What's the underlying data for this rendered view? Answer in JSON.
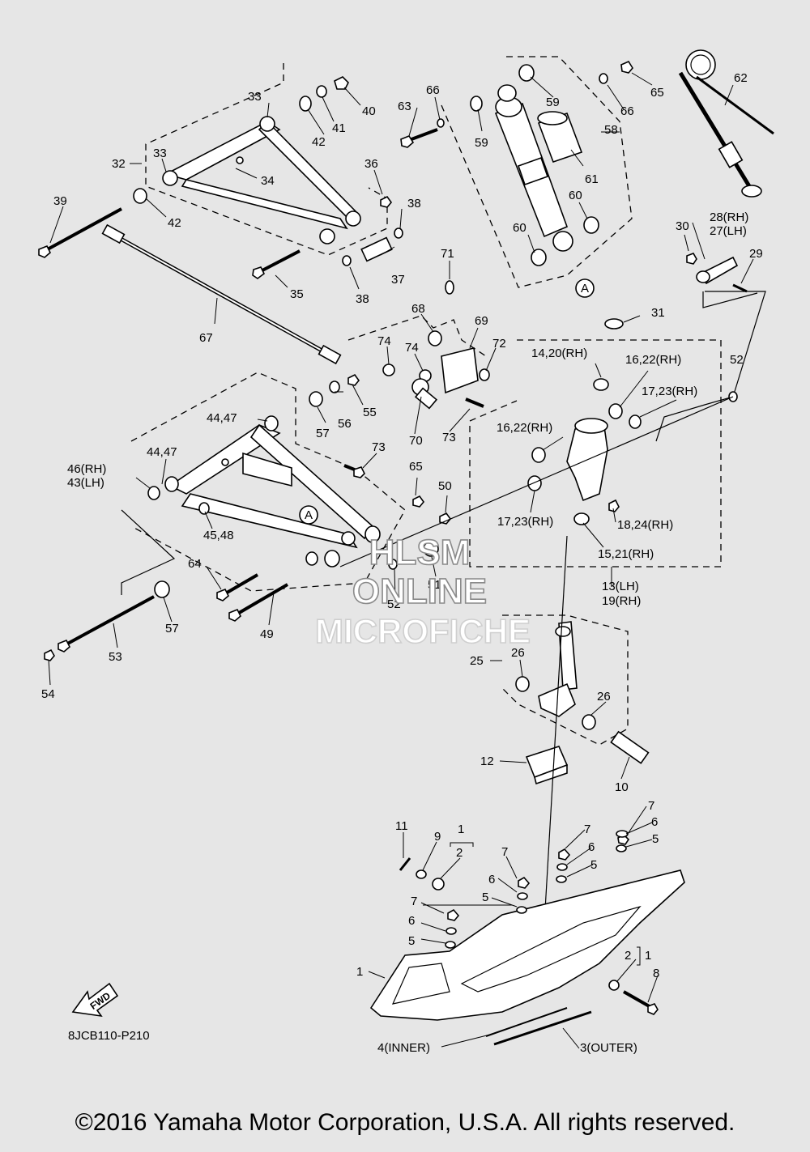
{
  "diagram": {
    "code": "8JCB110-P210",
    "fwd_label": "FWD",
    "callout_a": "A",
    "labels": {
      "l1": "1",
      "l1b": "1",
      "l1c": "1",
      "l2": "2",
      "l2b": "2",
      "l3": "3(OUTER)",
      "l4": "4(INNER)",
      "l5a": "5",
      "l5b": "5",
      "l5c": "5",
      "l5d": "5",
      "l6a": "6",
      "l6b": "6",
      "l6c": "6",
      "l6d": "6",
      "l7a": "7",
      "l7b": "7",
      "l7c": "7",
      "l7d": "7",
      "l8": "8",
      "l9": "9",
      "l10": "10",
      "l11": "11",
      "l12": "12",
      "l13": "13(LH)",
      "l19": "19(RH)",
      "l14": "14,20(RH)",
      "l15": "15,21(RH)",
      "l16a": "16,22(RH)",
      "l16b": "16,22(RH)",
      "l17a": "17,23(RH)",
      "l17b": "17,23(RH)",
      "l18": "18,24(RH)",
      "l25": "25",
      "l26a": "26",
      "l26b": "26",
      "l28": "28(RH)",
      "l27": "27(LH)",
      "l29": "29",
      "l30": "30",
      "l31": "31",
      "l32": "32",
      "l33a": "33",
      "l33b": "33",
      "l34": "34",
      "l35": "35",
      "l36": "36",
      "l37": "37",
      "l38a": "38",
      "l38b": "38",
      "l39": "39",
      "l40": "40",
      "l41": "41",
      "l42a": "42",
      "l42b": "42",
      "l44a": "44,47",
      "l44b": "44,47",
      "l45": "45,48",
      "l46": "46(RH)",
      "l43": "43(LH)",
      "l49": "49",
      "l50": "50",
      "l51": "51",
      "l52a": "52",
      "l52b": "52",
      "l53": "53",
      "l54": "54",
      "l55": "55",
      "l56": "56",
      "l57a": "57",
      "l57b": "57",
      "l58": "58",
      "l59a": "59",
      "l59b": "59",
      "l60a": "60",
      "l60b": "60",
      "l61": "61",
      "l62": "62",
      "l63": "63",
      "l64": "64",
      "l65a": "65",
      "l65b": "65",
      "l66a": "66",
      "l66b": "66",
      "l67": "67",
      "l68": "68",
      "l69": "69",
      "l70": "70",
      "l71": "71",
      "l72": "72",
      "l73a": "73",
      "l73b": "73",
      "l74a": "74",
      "l74b": "74"
    }
  },
  "watermark": {
    "line1": "HLSM",
    "line2": "ONLINE",
    "line3": "MICROFICHE"
  },
  "footer": {
    "copyright": "©2016 Yamaha Motor Corporation, U.S.A. All rights reserved."
  }
}
